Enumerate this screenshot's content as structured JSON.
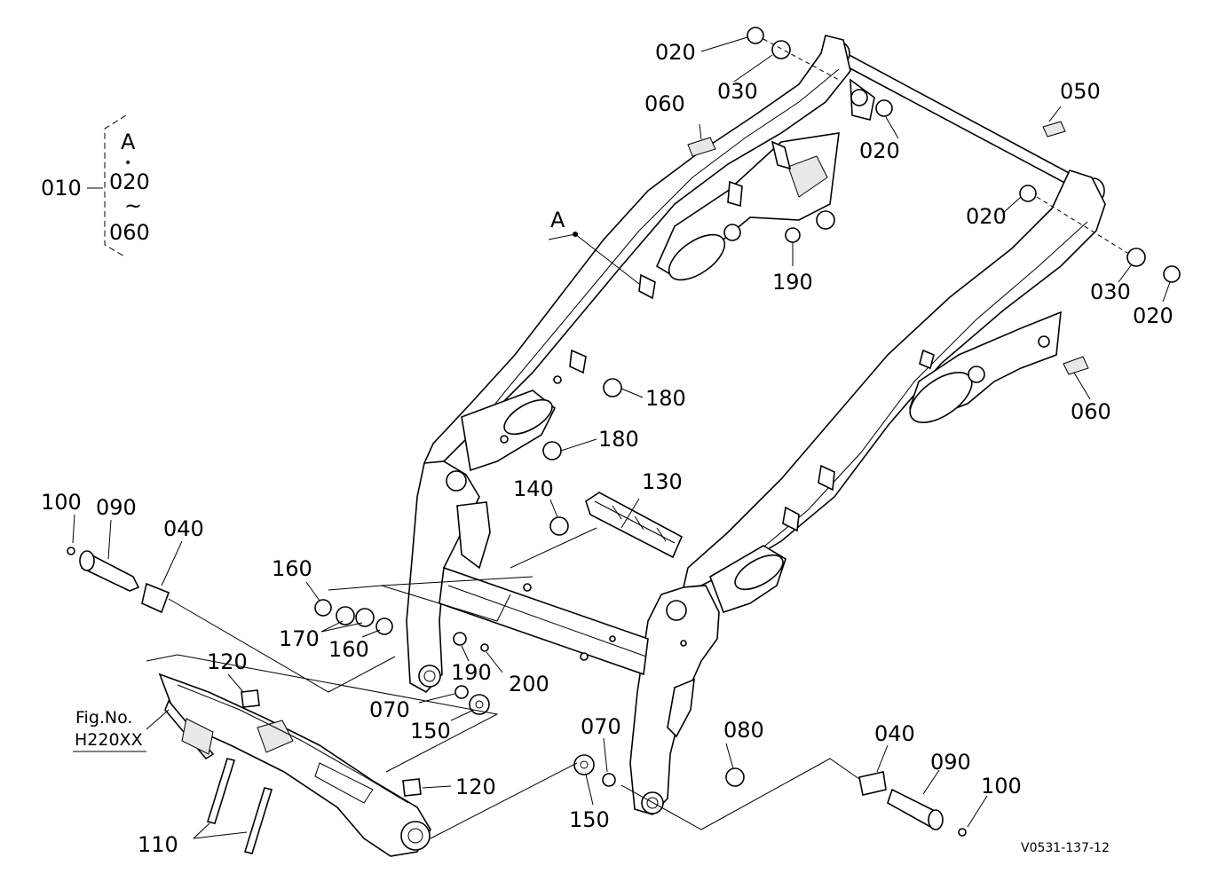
{
  "legend": {
    "assembly_code": "010",
    "line_top": "A",
    "line_dot": "•",
    "line_mid": "020",
    "line_tilde": "~",
    "line_bottom": "060"
  },
  "reference_point": "A",
  "part_labels": {
    "p020_a": "020",
    "p030_a": "030",
    "p060_a": "060",
    "p020_b": "020",
    "p050": "050",
    "p020_c": "020",
    "p030_b": "030",
    "p020_d": "020",
    "p060_b": "060",
    "p190_a": "190",
    "p180_a": "180",
    "p180_b": "180",
    "p140": "140",
    "p130": "130",
    "p100_a": "100",
    "p090_a": "090",
    "p040_a": "040",
    "p160_a": "160",
    "p170": "170",
    "p160_b": "160",
    "p190_b": "190",
    "p200": "200",
    "p120_a": "120",
    "p070_a": "070",
    "p150_a": "150",
    "p120_b": "120",
    "p110": "110",
    "p070_b": "070",
    "p150_b": "150",
    "p080": "080",
    "p040_b": "040",
    "p090_b": "090",
    "p100_b": "100"
  },
  "fig_ref": {
    "line1": "Fig.No.",
    "line2": "H220XX"
  },
  "drawing_code": "V0531-137-12"
}
